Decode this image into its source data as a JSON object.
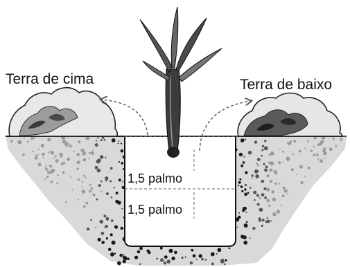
{
  "labels": {
    "topsoil": "Terra de cima",
    "subsoil": "Terra de baixo",
    "depth_upper": "1,5 palmo",
    "depth_lower": "1,5 palmo"
  },
  "colors": {
    "ink": "#111111",
    "soil_dark": "#1a1a1a",
    "soil_mid": "#555555",
    "soil_light": "#9a9a9a",
    "guide_lines": "#666666",
    "background": "#ffffff"
  },
  "icons": {
    "plant": "banana-seedling-icon",
    "arrows": "dashed-curved-arrow-icon"
  }
}
